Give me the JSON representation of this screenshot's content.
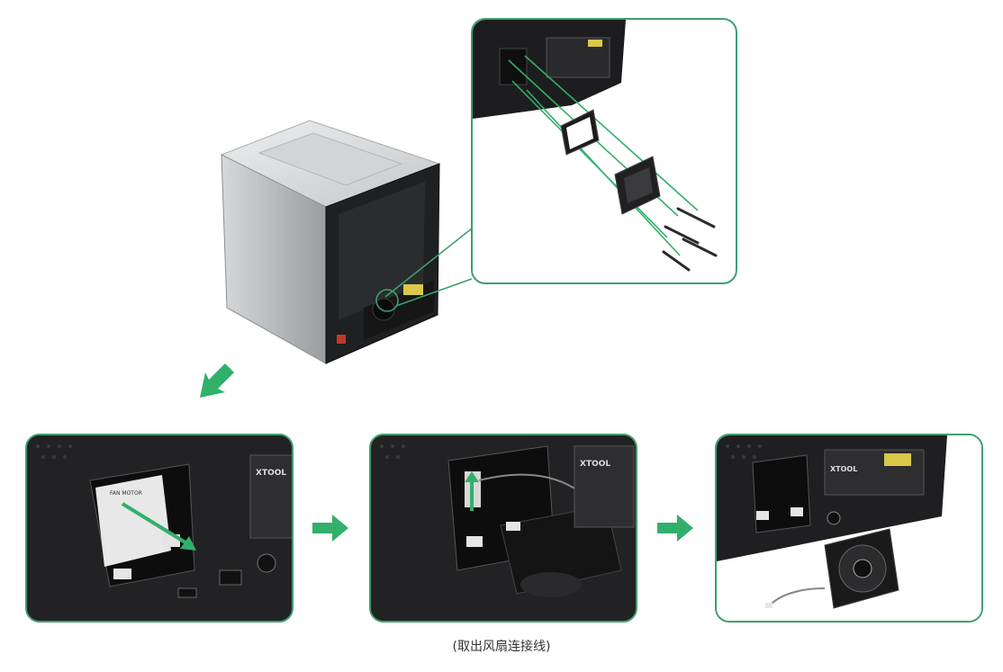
{
  "caption": "(取出风扇连接线)",
  "labels": {
    "brand": "XTOOL",
    "fan_label": "FAN MOTOR"
  },
  "colors": {
    "accent_green": "#31b06b",
    "panel_border": "#3f9f6f",
    "device_dark": "#1e1e20",
    "device_silver": "#b9bcbe"
  },
  "icons": [
    "arrow-down-left-icon",
    "arrow-right-icon",
    "arrow-right-icon"
  ]
}
